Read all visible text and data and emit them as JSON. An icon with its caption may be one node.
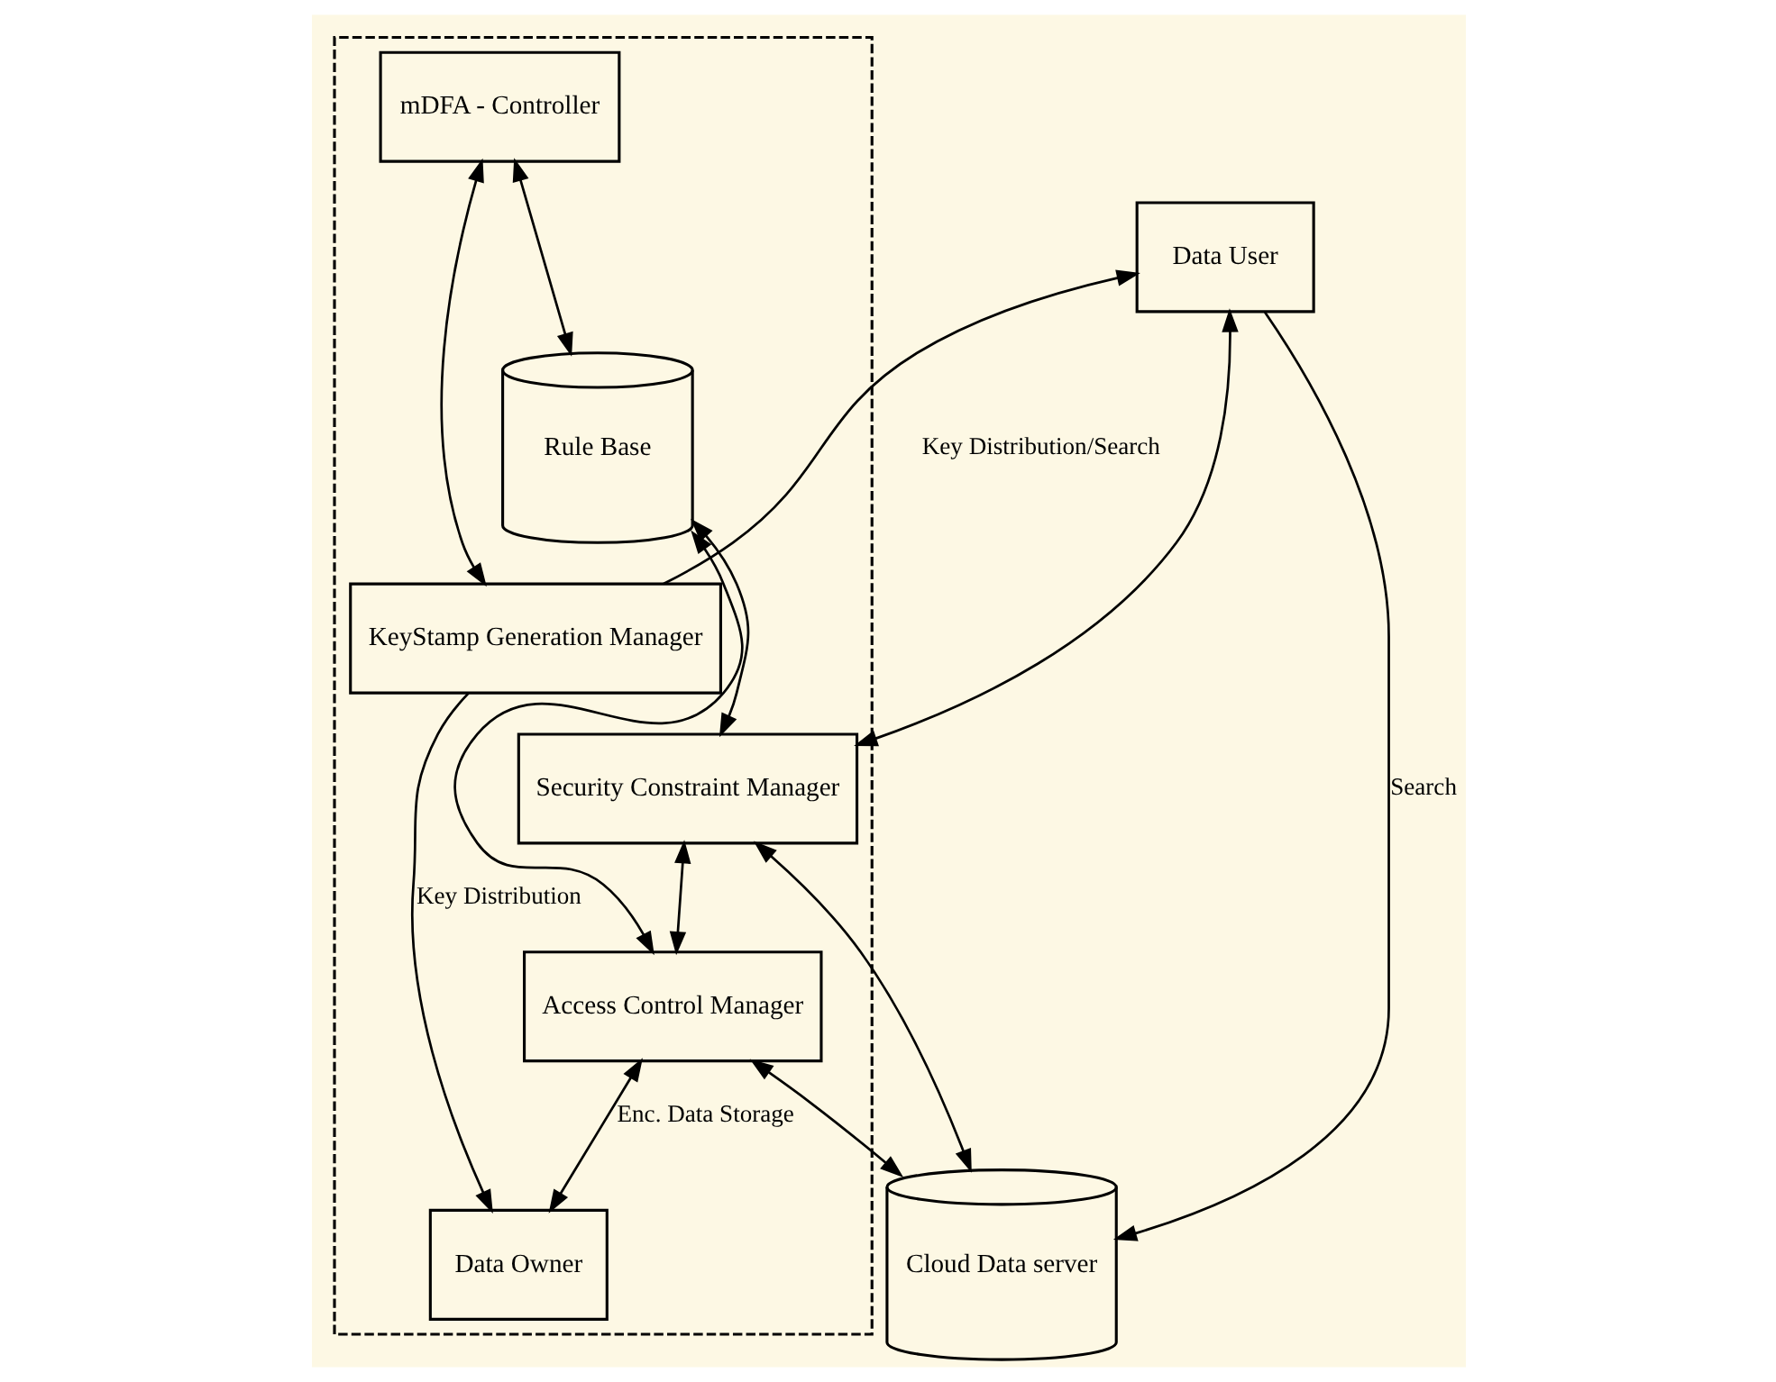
{
  "diagram": {
    "nodes": [
      {
        "text": [],
        "shape": "box"
      },
      {
        "text": [
          "Data User"
        ]
      },
      {
        "text": [
          "Cloud Data server"
        ]
      },
      {
        "text": [
          "mDFA - Controller"
        ],
        "in": 0
      },
      {
        "text": [
          "KeyStamp Generation Manager"
        ],
        "in": 0
      },
      {
        "text": [
          "Security Constraint Manager"
        ],
        "in": 0
      },
      {
        "text": [
          "Rule Base"
        ],
        "in": 0
      },
      {
        "text": [
          "Access Control Manager"
        ],
        "in": 0
      },
      {
        "text": [
          "Data Owner"
        ],
        "in": 0
      }
    ],
    "edges": [
      {
        "from": 4,
        "to": 1,
        "arrow": "to",
        "label": "Key Distribution/Search"
      },
      {
        "from": 1,
        "to": 2,
        "arrow": "to",
        "label": "Search"
      },
      {
        "from": 1,
        "to": 5,
        "arrow": "both"
      },
      {
        "from": 3,
        "to": 4,
        "arrow": "both"
      },
      {
        "from": 3,
        "to": 6,
        "arrow": "both"
      },
      {
        "from": 5,
        "to": 6,
        "arrow": "both"
      },
      {
        "from": 5,
        "to": 7,
        "arrow": "both"
      },
      {
        "from": 6,
        "to": 7,
        "arrow": "both"
      },
      {
        "from": 5,
        "to": 2,
        "arrow": "both"
      },
      {
        "from": 7,
        "to": 2,
        "arrow": "both"
      },
      {
        "from": 7,
        "to": 8,
        "arrow": "both",
        "label": "Enc. Data Storage"
      },
      {
        "from": 4,
        "to": 8,
        "arrow": "to",
        "label": "Key Distribution"
      }
    ]
  }
}
